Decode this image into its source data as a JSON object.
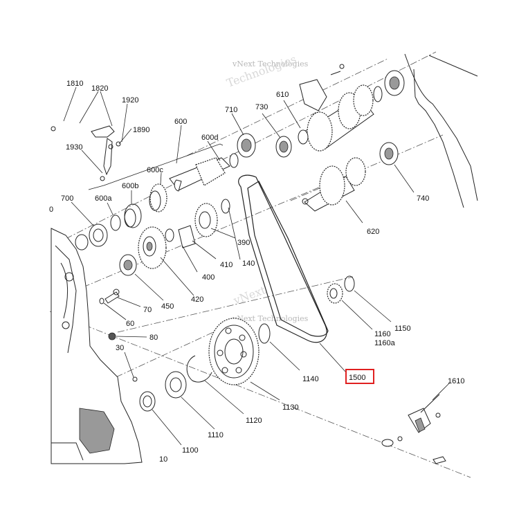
{
  "watermark": {
    "line1": "vNext Technologies",
    "line2": "vNext Technologies"
  },
  "highlight": {
    "label": "1500",
    "color": "#e02020"
  },
  "labels": {
    "p1810": "1810",
    "p1820": "1820",
    "p1920": "1920",
    "p1890": "1890",
    "p1930": "1930",
    "p600": "600",
    "p600d": "600d",
    "p600c": "600c",
    "p600b": "600b",
    "p600a": "600a",
    "p700": "700",
    "p710": "710",
    "p730": "730",
    "p610": "610",
    "p620": "620",
    "p740": "740",
    "p390": "390",
    "p410": "410",
    "p140": "140",
    "p400": "400",
    "p420": "420",
    "p450": "450",
    "p70": "70",
    "p60": "60",
    "p80": "80",
    "p30": "30",
    "p1160": "1160",
    "p1150": "1150",
    "p1160a": "1160a",
    "p1140": "1140",
    "p1130": "1130",
    "p1120": "1120",
    "p1110": "1110",
    "p1100": "1100",
    "p1610": "1610",
    "p10": "10",
    "p0": "0"
  }
}
